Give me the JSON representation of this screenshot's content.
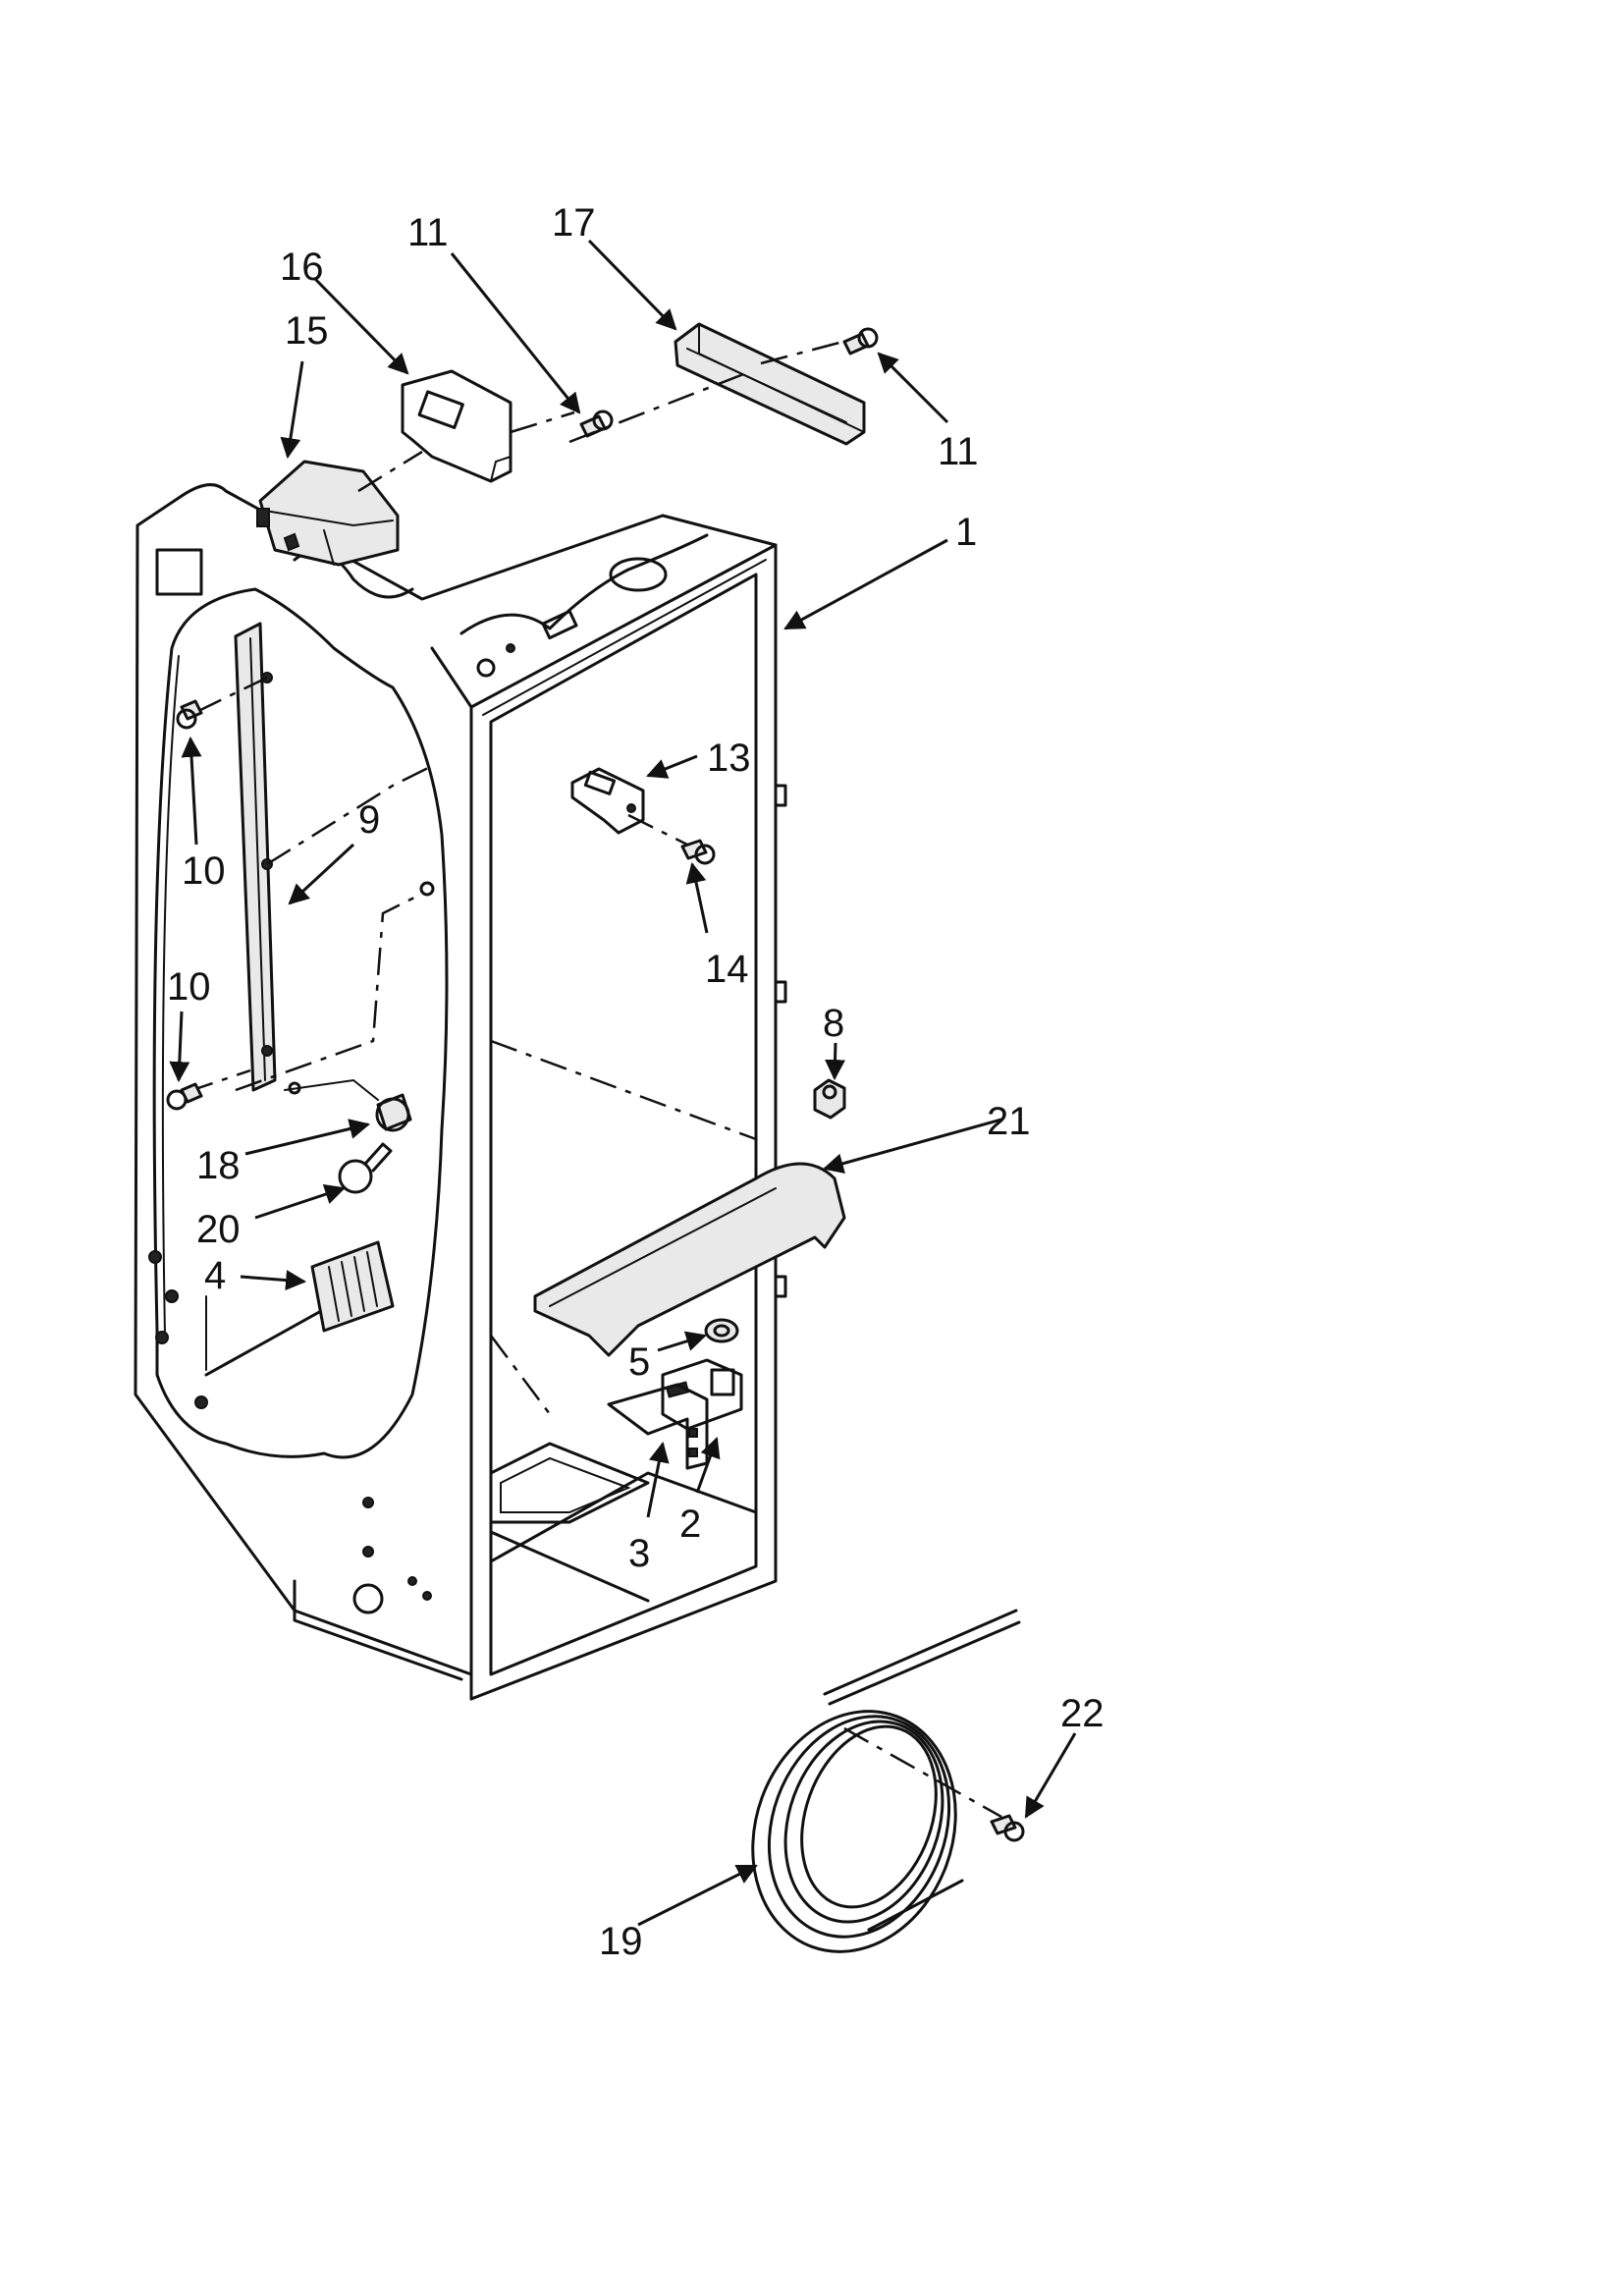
{
  "callouts": [
    {
      "id": "c1",
      "label": "1"
    },
    {
      "id": "c2",
      "label": "2"
    },
    {
      "id": "c3",
      "label": "3"
    },
    {
      "id": "c4",
      "label": "4"
    },
    {
      "id": "c5",
      "label": "5"
    },
    {
      "id": "c8",
      "label": "8"
    },
    {
      "id": "c9",
      "label": "9"
    },
    {
      "id": "c10a",
      "label": "10"
    },
    {
      "id": "c10b",
      "label": "10"
    },
    {
      "id": "c11a",
      "label": "11"
    },
    {
      "id": "c11b",
      "label": "11"
    },
    {
      "id": "c13",
      "label": "13"
    },
    {
      "id": "c14",
      "label": "14"
    },
    {
      "id": "c15",
      "label": "15"
    },
    {
      "id": "c16",
      "label": "16"
    },
    {
      "id": "c17",
      "label": "17"
    },
    {
      "id": "c18",
      "label": "18"
    },
    {
      "id": "c19",
      "label": "19"
    },
    {
      "id": "c20",
      "label": "20"
    },
    {
      "id": "c21",
      "label": "21"
    },
    {
      "id": "c22",
      "label": "22"
    }
  ]
}
